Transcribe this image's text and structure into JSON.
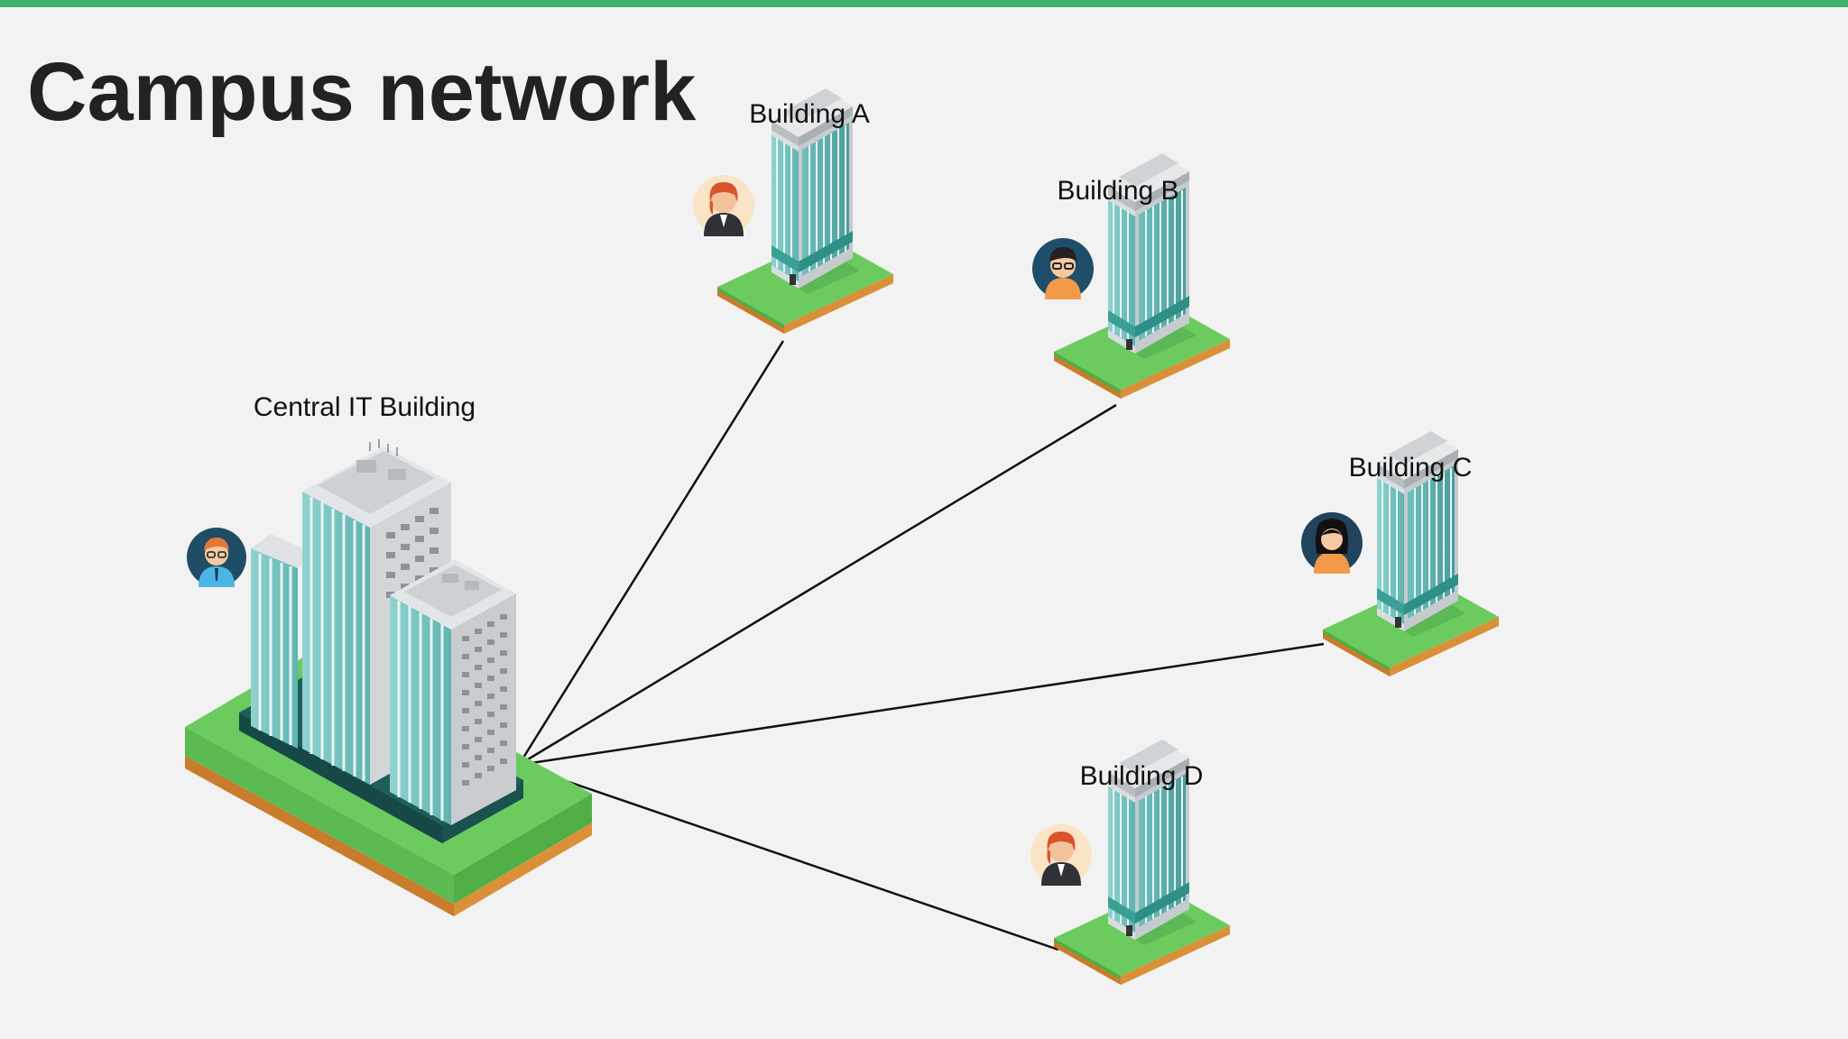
{
  "slide": {
    "title": "Campus network",
    "accent_color": "#3db36b",
    "background_color": "#f2f2f2",
    "link_color": "#111111"
  },
  "hub": {
    "label": "Central IT Building",
    "icon": "office-complex-icon",
    "avatar": "man-with-glasses-avatar-icon"
  },
  "buildings": [
    {
      "label": "Building A",
      "icon": "office-tower-icon",
      "avatar": "woman-red-hair-avatar-icon"
    },
    {
      "label": "Building B",
      "icon": "office-tower-icon",
      "avatar": "man-with-glasses-avatar-icon"
    },
    {
      "label": "Building C",
      "icon": "office-tower-icon",
      "avatar": "woman-dark-hair-avatar-icon"
    },
    {
      "label": "Building D",
      "icon": "office-tower-icon",
      "avatar": "woman-red-hair-avatar-icon"
    }
  ]
}
